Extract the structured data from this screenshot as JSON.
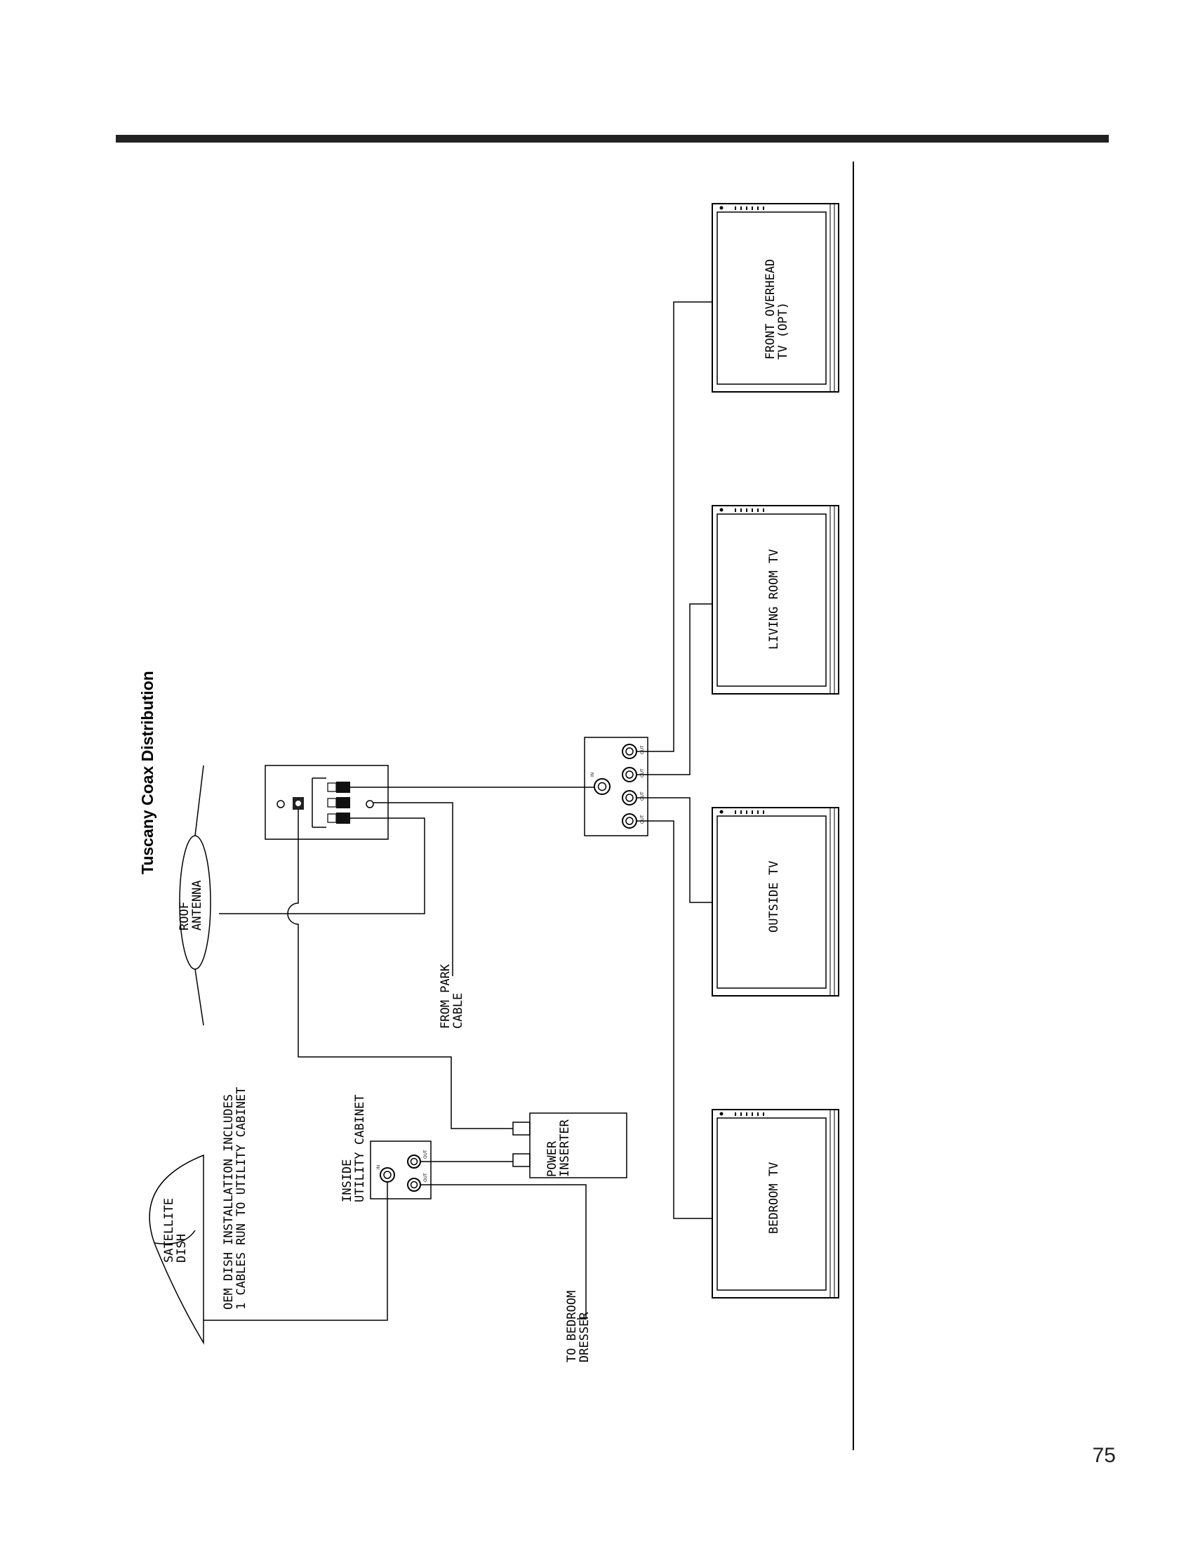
{
  "title": "Tuscany Coax Distribution",
  "page_number": "75",
  "labels": {
    "satellite_dish": [
      "SATELLITE",
      "DISH"
    ],
    "oem_note": [
      "OEM DISH INSTALLATION INCLUDES",
      "1 CABLES RUN TO UTILITY CABINET"
    ],
    "utility_cabinet": [
      "INSIDE",
      "UTILITY CABINET"
    ],
    "power_inserter": [
      "POWER",
      "INSERTER"
    ],
    "to_bedroom": [
      "TO BEDROOM",
      "DRESSER"
    ],
    "roof_antenna": [
      "ROOF",
      "ANTENNA"
    ],
    "from_park": [
      "FROM PARK",
      "CABLE"
    ],
    "splitter_in": "IN",
    "port_out": "OUT"
  },
  "tvs": [
    {
      "label": [
        "FRONT OVERHEAD",
        "TV (OPT)"
      ]
    },
    {
      "label": [
        "LIVING ROOM TV"
      ]
    },
    {
      "label": [
        "OUTSIDE TV"
      ]
    },
    {
      "label": [
        "BEDROOM TV"
      ]
    }
  ]
}
